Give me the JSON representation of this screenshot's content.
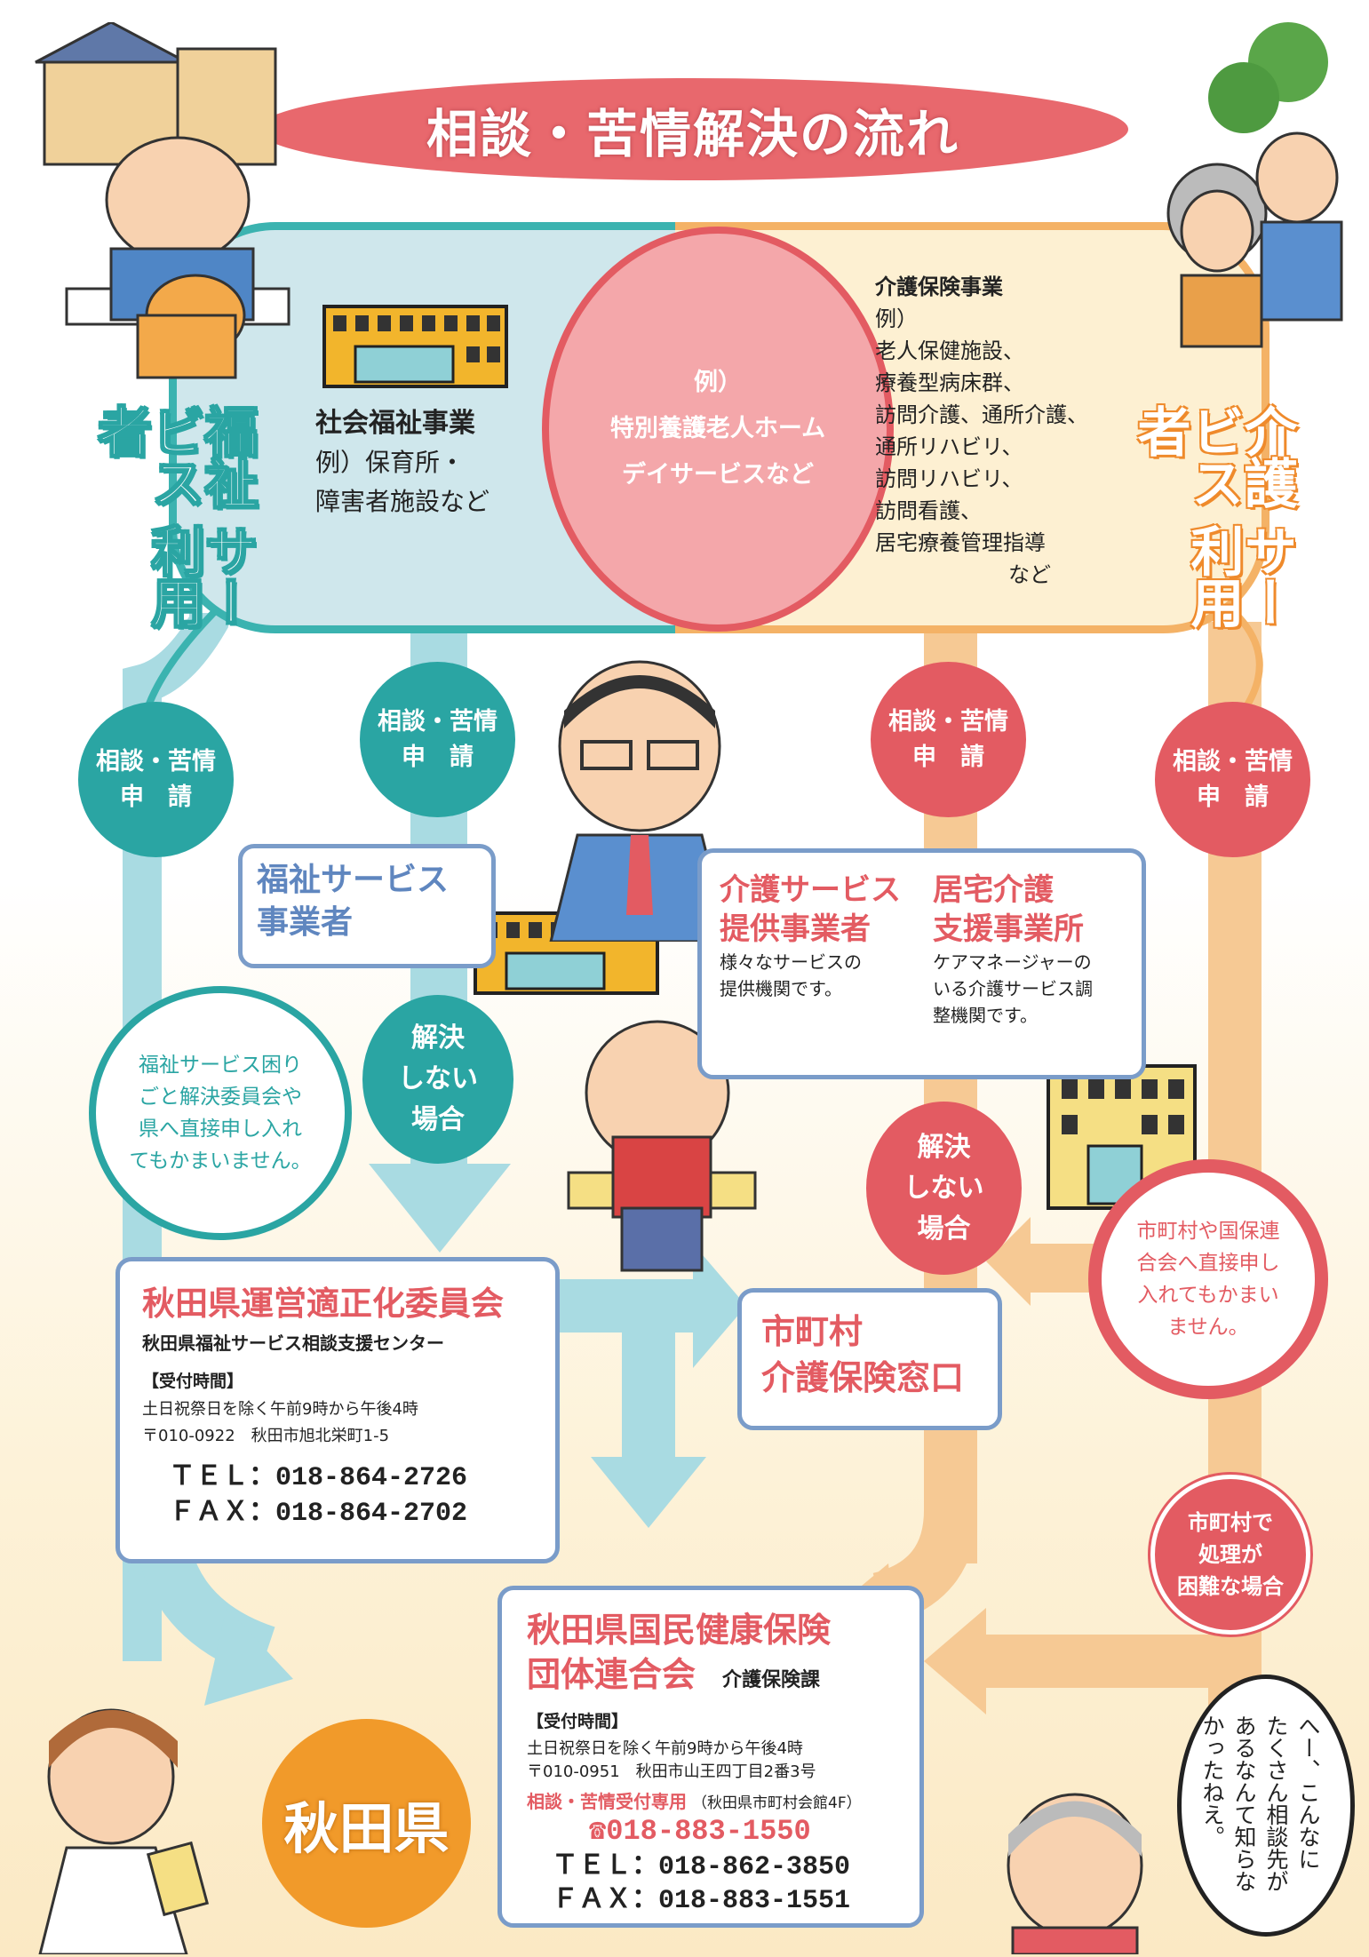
{
  "title": "相談・苦情解決の流れ",
  "left_user": {
    "line1": "福祉",
    "line2": "サービス",
    "line3": "利用者"
  },
  "right_user": {
    "line1": "介護",
    "line2": "サービス",
    "line3": "利用者"
  },
  "welfare_business": {
    "title": "社会福祉事業",
    "line1": "例）保育所・",
    "line2": "障害者施設など"
  },
  "shared": {
    "line1": "例）",
    "line2": "特別養護老人ホーム",
    "line3": "デイサービスなど"
  },
  "care_business": {
    "title": "介護保険事業",
    "lines": [
      "例）",
      "老人保健施設、",
      "療養型病床群、",
      "訪問介護、通所介護、",
      "通所リハビリ、",
      "訪問リハビリ、",
      "訪問看護、",
      "居宅療養管理指導",
      "など"
    ]
  },
  "consult_bubble": {
    "line1": "相談・苦情",
    "line2": "申　請"
  },
  "unresolved_bubble": {
    "line1": "解決",
    "line2": "しない",
    "line3": "場合"
  },
  "welfare_provider": {
    "line1": "福祉サービス",
    "line2": "事業者"
  },
  "care_provider": {
    "title1": "介護サービス",
    "title2": "提供事業者",
    "desc1": "様々なサービスの",
    "desc2": "提供機関です。",
    "title3": "居宅介護",
    "title4": "支援事業所",
    "desc3": "ケアマネージャーの",
    "desc4": "いる介護サービス調",
    "desc5": "整機関です。"
  },
  "left_note": {
    "line1": "福祉サービス困り",
    "line2": "ごと解決委員会や",
    "line3": "県へ直接申し入れ",
    "line4": "てもかまいません。"
  },
  "right_note": {
    "line1": "市町村や国保連",
    "line2": "合会へ直接申し",
    "line3": "入れてもかまい",
    "line4": "ません。"
  },
  "committee": {
    "title": "秋田県運営適正化委員会",
    "subtitle": "秋田県福祉サービス相談支援センター",
    "hours_label": "【受付時間】",
    "hours": "土日祝祭日を除く午前9時から午後4時",
    "address": "〒010-0922　秋田市旭北栄町1-5",
    "tel": "ＴＥＬ：018-864-2726",
    "fax": "ＦＡＸ：018-864-2702"
  },
  "municipal": {
    "line1": "市町村",
    "line2": "介護保険窓口"
  },
  "municipal_difficult": {
    "line1": "市町村で",
    "line2": "処理が",
    "line3": "困難な場合"
  },
  "federation": {
    "title1": "秋田県国民健康保険",
    "title2": "団体連合会",
    "dept": "介護保険課",
    "hours_label": "【受付時間】",
    "hours": "土日祝祭日を除く午前9時から午後4時",
    "address": "〒010-0951　秋田市山王四丁目2番3号",
    "building": "（秋田県市町村会館4F）",
    "dedicated_label": "相談・苦情受付専用",
    "dedicated_tel": "☎018-883-1550",
    "tel": "ＴＥＬ：018-862-3850",
    "fax": "ＦＡＸ：018-883-1551"
  },
  "prefecture": "秋田県",
  "speech": {
    "line1": "へー、こんなに",
    "line2": "たくさん相談先が",
    "line3": "あるなんて知らな",
    "line4": "かったねえ。"
  },
  "colors": {
    "teal": "#2aa5a3",
    "red": "#e35b62",
    "orange": "#ef8a2b",
    "box_border": "#7a9cc9"
  }
}
